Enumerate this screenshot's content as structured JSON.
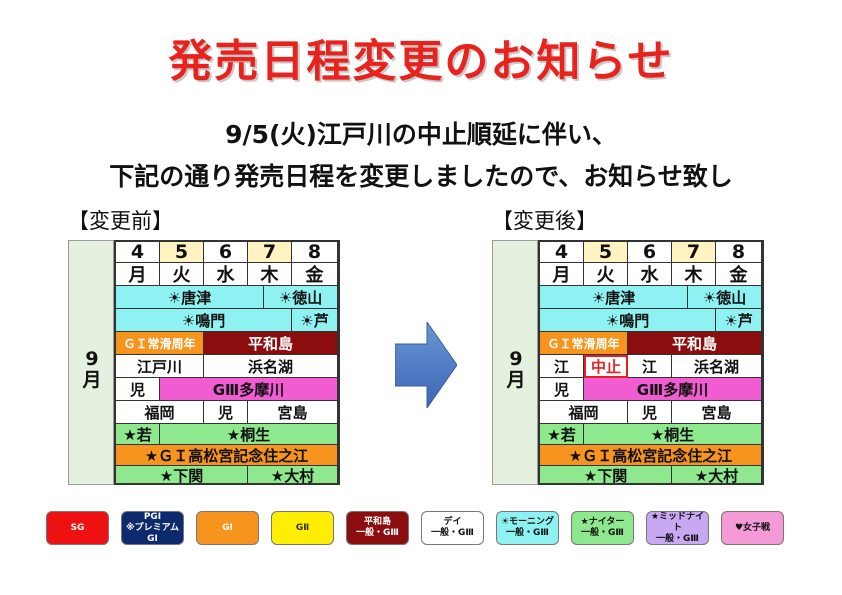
{
  "title": "発売日程変更のお知らせ",
  "subtitle_line1": "9/5(火)江戸川の中止順延に伴い、",
  "subtitle_line2": "下記の通り発売日程を変更しましたので、お知らせ致し",
  "before_label": "【変更前】",
  "after_label": "【変更後】",
  "month_num": "9",
  "month_unit": "月",
  "days": [
    "4",
    "5",
    "6",
    "7",
    "8"
  ],
  "weekdays": [
    "月",
    "火",
    "水",
    "木",
    "金"
  ],
  "before": {
    "karatsu": "☀唐津",
    "tokuyama": "☀徳山",
    "naruto": "☀鳴門",
    "ashiya": "☀芦",
    "g1_label": "ＧＩ常滑周年",
    "heiwajima": "平和島",
    "edogawa": "江戸川",
    "hamanako": "浜名湖",
    "kojima": "児",
    "tamagawa": "GⅢ多摩川",
    "fukuoka": "福岡",
    "kojima2": "児",
    "miyajima": "宮島",
    "wakamatsu": "★若",
    "kiryu": "★桐生",
    "suminoe": "★ＧＩ高松宮記念住之江",
    "shimonoseki": "★下関",
    "omura": "★大村"
  },
  "after": {
    "karatsu": "☀唐津",
    "tokuyama": "☀徳山",
    "naruto": "☀鳴門",
    "ashiya": "☀芦",
    "g1_label": "ＧＩ常滑周年",
    "heiwajima": "平和島",
    "edo1": "江",
    "cancel": "中止",
    "edo2": "江",
    "hamanako": "浜名湖",
    "kojima": "児",
    "tamagawa": "GⅢ多摩川",
    "fukuoka": "福岡",
    "kojima2": "児",
    "miyajima": "宮島",
    "wakamatsu": "★若",
    "kiryu": "★桐生",
    "suminoe": "★ＧＩ高松宮記念住之江",
    "shimonoseki": "★下関",
    "omura": "★大村"
  },
  "legend": [
    {
      "line1": "SG",
      "line2": "",
      "bg": "#ee1111",
      "fg": "#ffffff"
    },
    {
      "line1": "PGⅠ",
      "line2": "※プレミアムGⅠ",
      "bg": "#0d2a6e",
      "fg": "#ffffff"
    },
    {
      "line1": "GⅠ",
      "line2": "",
      "bg": "#f7941d",
      "fg": "#ffffff"
    },
    {
      "line1": "GⅡ",
      "line2": "",
      "bg": "#ffee00",
      "fg": "#333333"
    },
    {
      "line1": "平和島",
      "line2": "一般・GⅢ",
      "bg": "#8b0d0d",
      "fg": "#ffffff"
    },
    {
      "line1": "デイ",
      "line2": "一般・GⅢ",
      "bg": "#ffffff",
      "fg": "#111111"
    },
    {
      "line1": "☀モーニング",
      "line2": "一般・GⅢ",
      "bg": "#8ff2f2",
      "fg": "#111111"
    },
    {
      "line1": "★ナイター",
      "line2": "一般・GⅢ",
      "bg": "#8ee88e",
      "fg": "#111111"
    },
    {
      "line1": "★ミッドナイト",
      "line2": "一般・GⅢ",
      "bg": "#c9a8f2",
      "fg": "#111111"
    },
    {
      "line1": "♥女子戦",
      "line2": "",
      "bg": "#f49ad6",
      "fg": "#111111"
    }
  ],
  "colors": {
    "title": "#e8221c",
    "header_yellow": "#fff3c2",
    "morning": "#8ff2f2",
    "nighter": "#8ee88e",
    "g1": "#f7941d",
    "heiwajima": "#8b0d0d",
    "women": "#f25cd2",
    "cancel": "#e22222"
  }
}
